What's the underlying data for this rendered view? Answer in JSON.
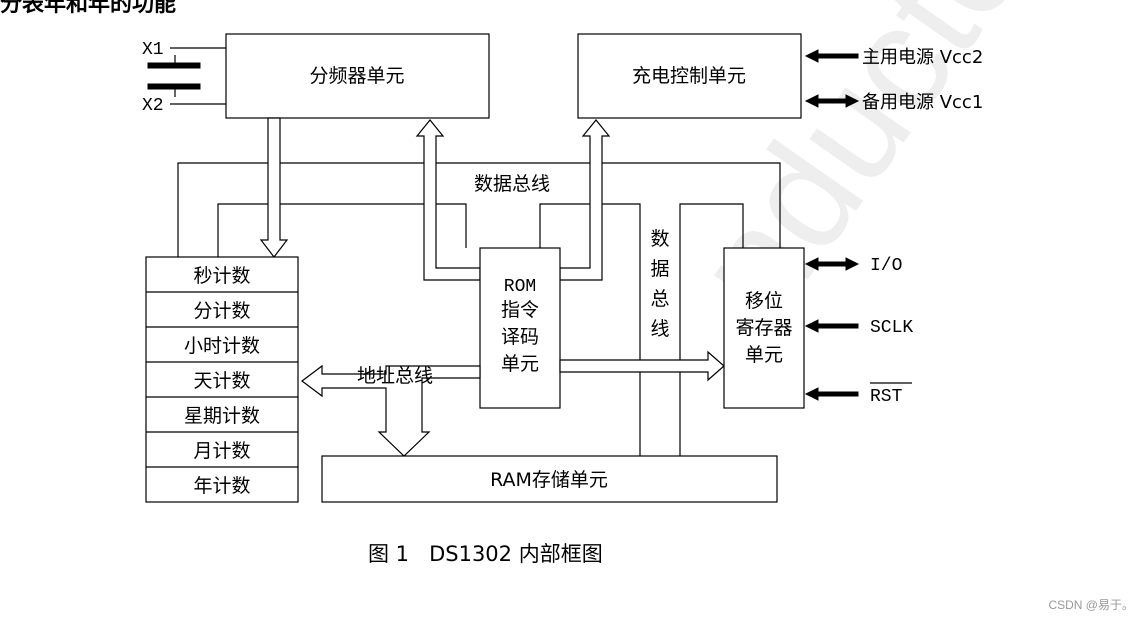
{
  "top_fragment": "分表年和年的功能",
  "blocks": {
    "divider": "分频器单元",
    "charge": "充电控制单元",
    "rom": [
      "ROM",
      "指令",
      "译码",
      "单元"
    ],
    "shift": [
      "移位",
      "寄存器",
      "单元"
    ],
    "ram": "RAM存储单元"
  },
  "counters": [
    "秒计数",
    "分计数",
    "小时计数",
    "天计数",
    "星期计数",
    "月计数",
    "年计数"
  ],
  "pins": {
    "x1": "X1",
    "x2": "X2",
    "vcc2": "主用电源 Vcc2",
    "vcc1": "备用电源 Vcc1",
    "io": "I/O",
    "sclk": "SCLK",
    "rst": "RST"
  },
  "buses": {
    "data_top": "数据总线",
    "data_vertical": [
      "数",
      "据",
      "总",
      "线"
    ],
    "address": "地址总线"
  },
  "caption": {
    "figure": "图 1",
    "name": "DS1302 内部框图"
  },
  "watermark": "nductor",
  "credit": "CSDN @易于。"
}
